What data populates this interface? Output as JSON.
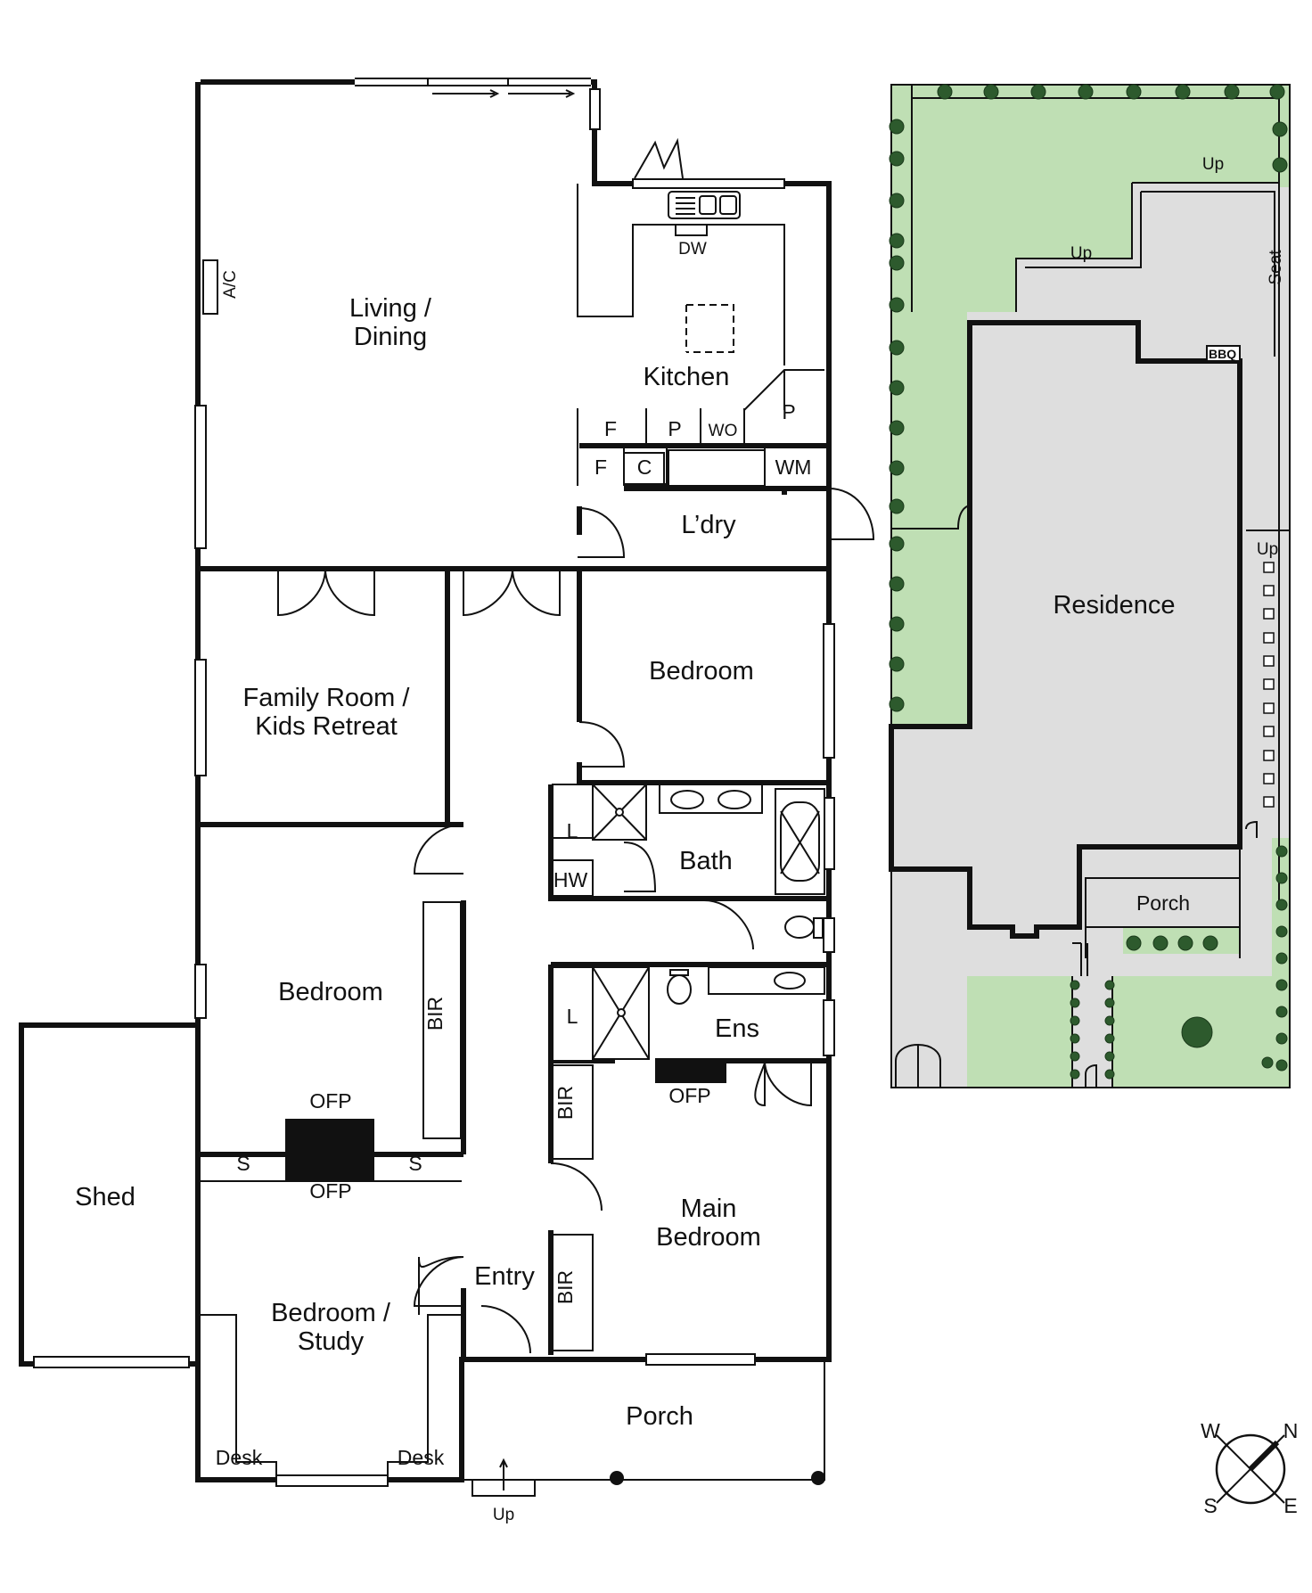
{
  "rooms": {
    "living": "Living /",
    "dining": "Dining",
    "kitchen": "Kitchen",
    "laundry": "L’dry",
    "bedroom_right": "Bedroom",
    "family1": "Family Room /",
    "family2": "Kids Retreat",
    "bath": "Bath",
    "bedroom_left": "Bedroom",
    "ens": "Ens",
    "main1": "Main",
    "main2": "Bedroom",
    "entry": "Entry",
    "study1": "Bedroom /",
    "study2": "Study",
    "porch": "Porch",
    "shed": "Shed"
  },
  "fixtures": {
    "ac": "A/C",
    "dw": "DW",
    "f1": "F",
    "f2": "F",
    "p1": "P",
    "p2": "P",
    "wo": "WO",
    "c": "C",
    "wm": "WM",
    "l1": "L",
    "l2": "L",
    "hw": "HW",
    "bir1": "BIR",
    "bir2": "BIR",
    "bir3": "BIR",
    "ofp1": "OFP",
    "ofp2": "OFP",
    "ofp3": "OFP",
    "s1": "S",
    "s2": "S",
    "desk1": "Desk",
    "desk2": "Desk",
    "up_front": "Up"
  },
  "site": {
    "residence": "Residence",
    "porch": "Porch",
    "bbq": "BBQ",
    "seat": "Seat",
    "up1": "Up",
    "up2": "Up",
    "up3": "Up"
  },
  "compass": {
    "w": "W",
    "n": "N",
    "s": "S",
    "e": "E"
  },
  "colors": {
    "garden": "#bfdfb4",
    "paving": "#dedede",
    "tree": "#2d5a2d",
    "wall": "#111111"
  }
}
